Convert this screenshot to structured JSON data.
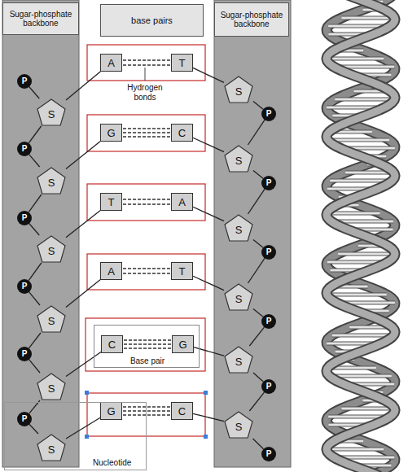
{
  "diagram": {
    "nodes": [
      {
        "text": [
          "Sugar-phosphate backbone"
        ]
      },
      {
        "text": [
          "base pairs"
        ]
      },
      {
        "text": [
          "Sugar-phosphate backbone"
        ]
      },
      {
        "text": [
          "P"
        ]
      },
      {
        "text": [
          "S"
        ]
      },
      {
        "text": [
          "A"
        ]
      },
      {
        "text": [
          "T"
        ]
      },
      {
        "text": [
          "S"
        ]
      },
      {
        "text": [
          "P"
        ]
      },
      {
        "text": [
          "P"
        ]
      },
      {
        "text": [
          "S"
        ]
      },
      {
        "text": [
          "G"
        ]
      },
      {
        "text": [
          "C"
        ]
      },
      {
        "text": [
          "S"
        ]
      },
      {
        "text": [
          "P"
        ]
      },
      {
        "text": [
          "P"
        ]
      },
      {
        "text": [
          "S"
        ]
      },
      {
        "text": [
          "T"
        ]
      },
      {
        "text": [
          "A"
        ]
      },
      {
        "text": [
          "S"
        ]
      },
      {
        "text": [
          "P"
        ]
      },
      {
        "text": [
          "P"
        ]
      },
      {
        "text": [
          "S"
        ]
      },
      {
        "text": [
          "A"
        ]
      },
      {
        "text": [
          "T"
        ]
      },
      {
        "text": [
          "S"
        ]
      },
      {
        "text": [
          "P"
        ]
      },
      {
        "text": [
          "P"
        ]
      },
      {
        "text": [
          "S"
        ]
      },
      {
        "text": [
          "Base pair"
        ]
      },
      {
        "text": [
          "C"
        ],
        "in": 29
      },
      {
        "text": [
          "G"
        ],
        "in": 29
      },
      {
        "text": [
          "S"
        ]
      },
      {
        "text": [
          "P"
        ]
      },
      {
        "text": [
          "P"
        ]
      },
      {
        "text": [
          "S"
        ]
      },
      {
        "text": [
          "G"
        ]
      },
      {
        "text": [
          "C"
        ]
      },
      {
        "text": [
          "S"
        ]
      },
      {
        "text": [
          "P"
        ]
      },
      {
        "text": [
          "Nucleotide"
        ]
      }
    ],
    "edges": [
      {
        "from": 3,
        "to": 4,
        "arrow": "none"
      },
      {
        "from": 4,
        "to": 5,
        "arrow": "none"
      },
      {
        "from": 5,
        "to": 6,
        "arrow": "none"
      },
      {
        "from": 6,
        "to": 7,
        "arrow": "none"
      },
      {
        "from": 7,
        "to": 8,
        "arrow": "none"
      },
      {
        "from": 4,
        "to": 9,
        "arrow": "none"
      },
      {
        "from": 8,
        "to": 13,
        "arrow": "none"
      },
      {
        "from": 9,
        "to": 10,
        "arrow": "none"
      },
      {
        "from": 10,
        "to": 11,
        "arrow": "none"
      },
      {
        "from": 11,
        "to": 12,
        "arrow": "none"
      },
      {
        "from": 12,
        "to": 13,
        "arrow": "none"
      },
      {
        "from": 13,
        "to": 14,
        "arrow": "none"
      },
      {
        "from": 10,
        "to": 15,
        "arrow": "none"
      },
      {
        "from": 14,
        "to": 19,
        "arrow": "none"
      },
      {
        "from": 15,
        "to": 16,
        "arrow": "none"
      },
      {
        "from": 16,
        "to": 17,
        "arrow": "none"
      },
      {
        "from": 17,
        "to": 18,
        "arrow": "none"
      },
      {
        "from": 18,
        "to": 19,
        "arrow": "none"
      },
      {
        "from": 19,
        "to": 20,
        "arrow": "none"
      },
      {
        "from": 16,
        "to": 21,
        "arrow": "none"
      },
      {
        "from": 20,
        "to": 25,
        "arrow": "none"
      },
      {
        "from": 21,
        "to": 22,
        "arrow": "none"
      },
      {
        "from": 22,
        "to": 23,
        "arrow": "none"
      },
      {
        "from": 23,
        "to": 24,
        "arrow": "none"
      },
      {
        "from": 24,
        "to": 25,
        "arrow": "none"
      },
      {
        "from": 25,
        "to": 26,
        "arrow": "none"
      },
      {
        "from": 22,
        "to": 27,
        "arrow": "none"
      },
      {
        "from": 26,
        "to": 32,
        "arrow": "none"
      },
      {
        "from": 27,
        "to": 28,
        "arrow": "none"
      },
      {
        "from": 28,
        "to": 30,
        "arrow": "none"
      },
      {
        "from": 30,
        "to": 31,
        "arrow": "none"
      },
      {
        "from": 31,
        "to": 32,
        "arrow": "none"
      },
      {
        "from": 32,
        "to": 33,
        "arrow": "none"
      },
      {
        "from": 28,
        "to": 34,
        "arrow": "none"
      },
      {
        "from": 33,
        "to": 38,
        "arrow": "none"
      },
      {
        "from": 34,
        "to": 35,
        "arrow": "none"
      },
      {
        "from": 35,
        "to": 36,
        "arrow": "none"
      },
      {
        "from": 36,
        "to": 37,
        "arrow": "none"
      },
      {
        "from": 37,
        "to": 38,
        "arrow": "none"
      },
      {
        "from": 38,
        "to": 39,
        "arrow": "none"
      }
    ],
    "labels": [
      "Hydrogen bonds"
    ]
  }
}
